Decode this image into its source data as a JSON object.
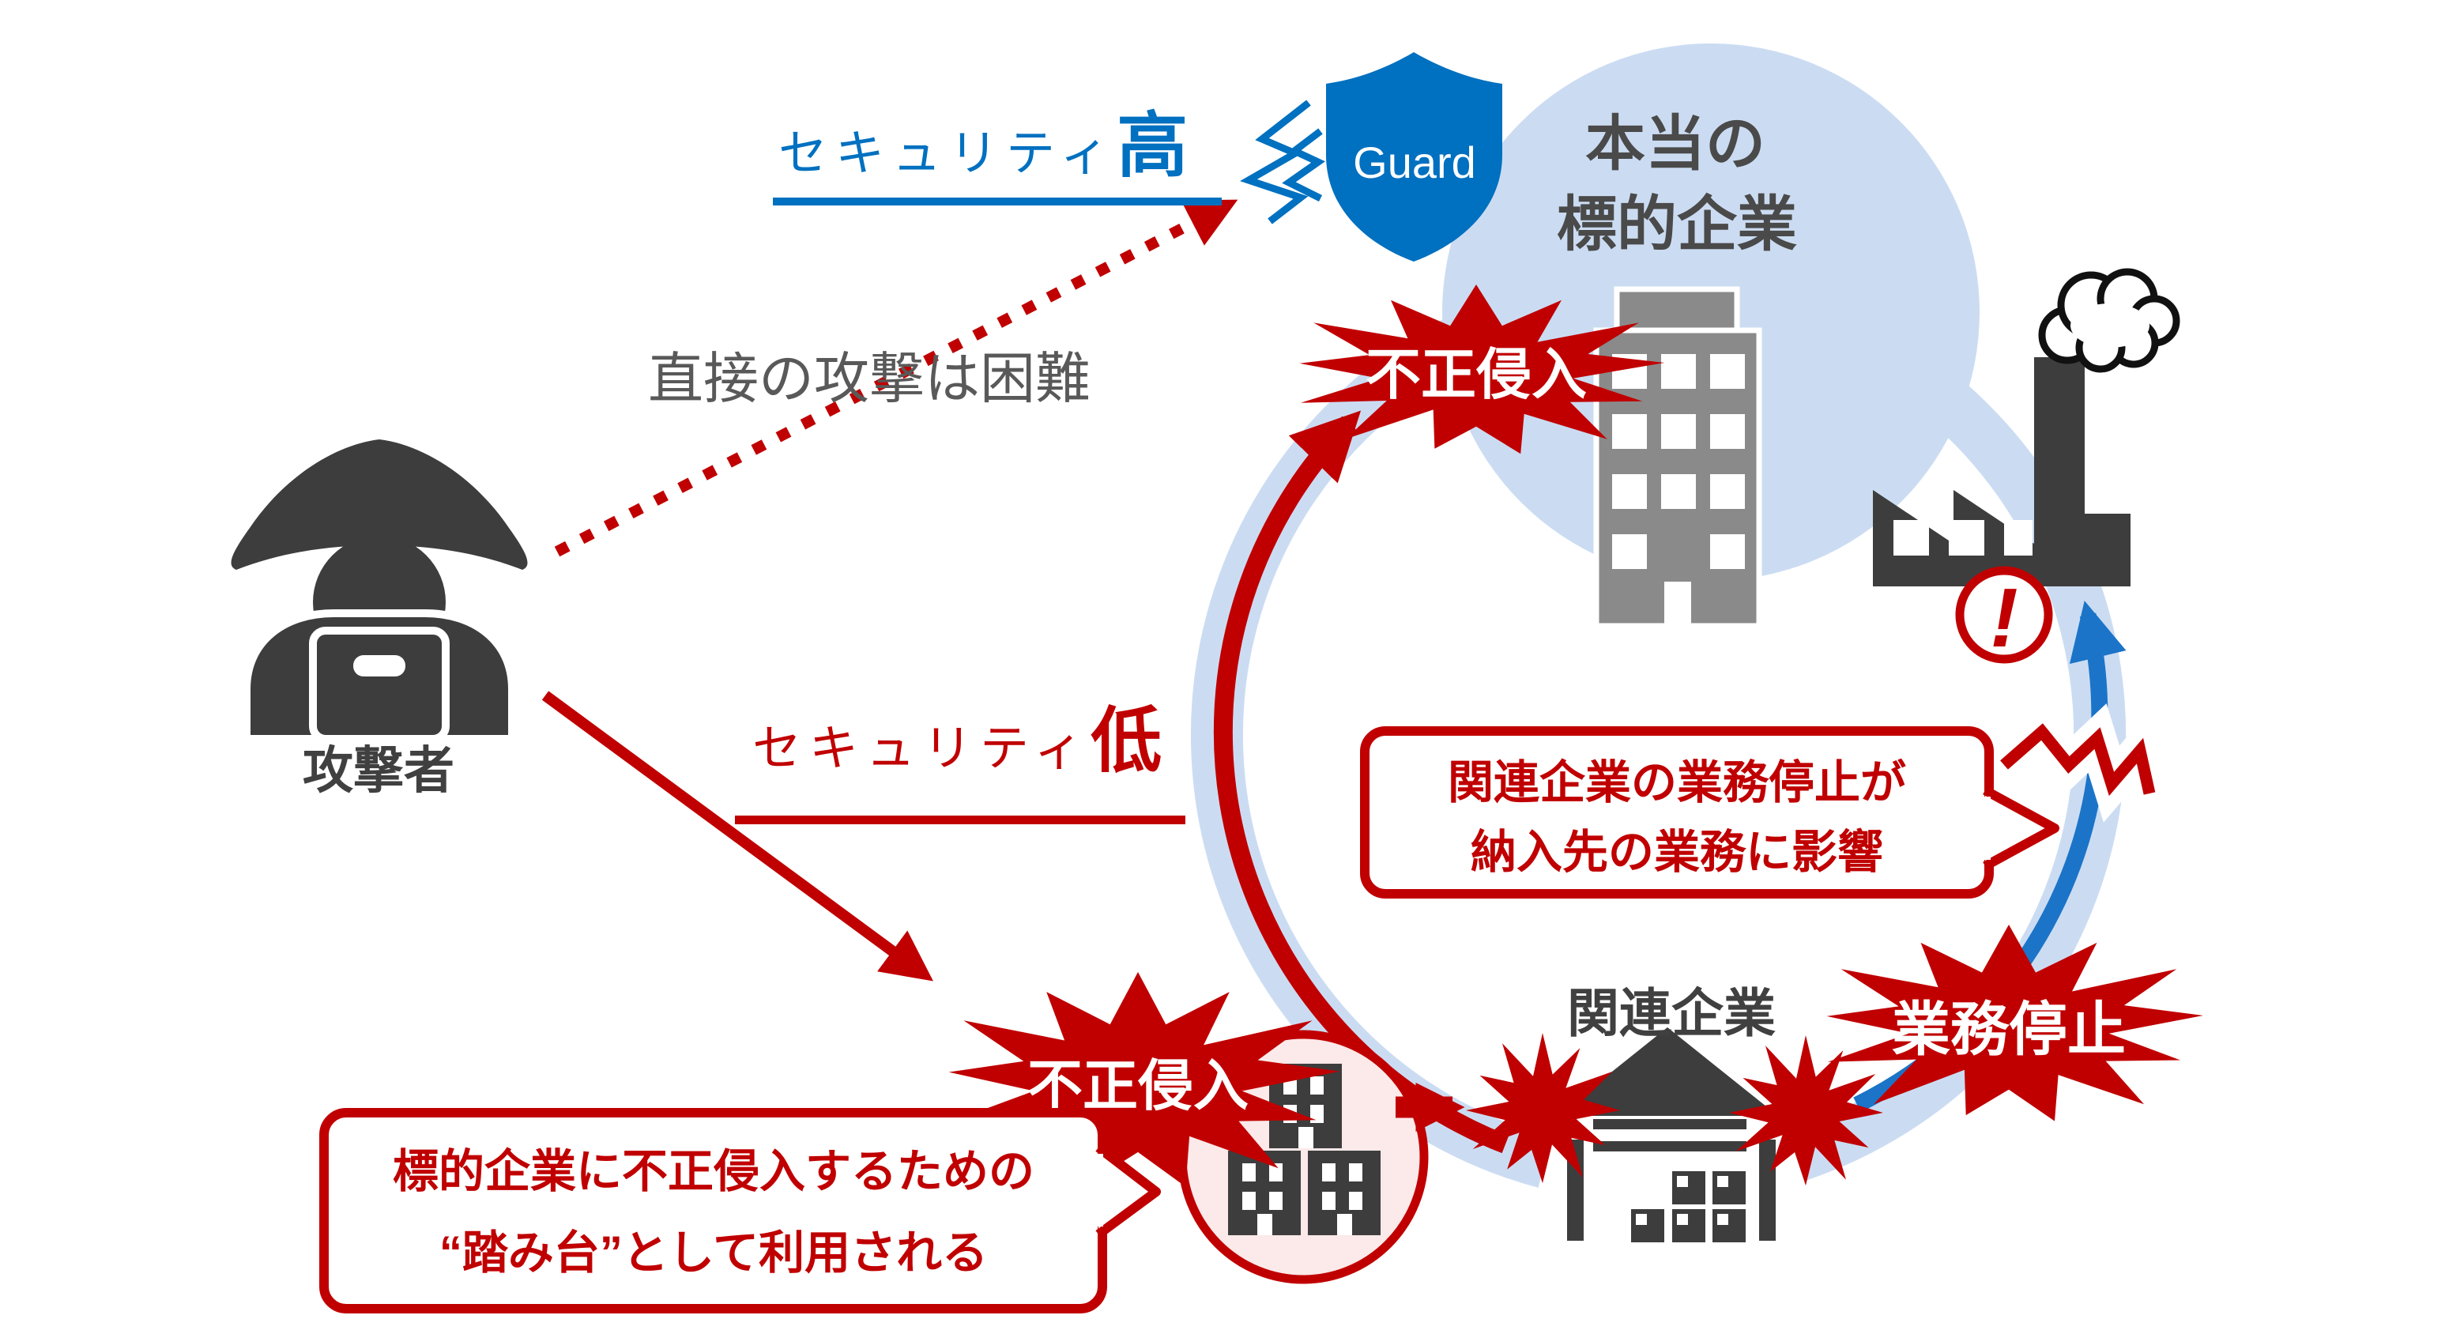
{
  "labels": {
    "attacker": "攻撃者",
    "security_high_prefix": "セキュリティ",
    "security_high_em": "高",
    "security_low_prefix": "セキュリティ",
    "security_low_em": "低",
    "direct_attack_difficult": "直接の攻撃は困難",
    "guard": "Guard",
    "real_target_line1": "本当の",
    "real_target_line2": "標的企業",
    "intrusion_top": "不正侵入",
    "intrusion_bottom": "不正侵入",
    "related_company": "関連企業",
    "business_suspension": "業務停止",
    "exclamation": "!"
  },
  "bubbles": {
    "stepping_stone": {
      "line1": "標的企業に不正侵入するための",
      "line2": "“踏み台”として利用される"
    },
    "impact": {
      "line1": "関連企業の業務停止が",
      "line2": "納入先の業務に影響"
    }
  },
  "colors": {
    "red": "#c00000",
    "blue": "#0070c0",
    "supply_blue": "#1b74c8",
    "light_blue": "#cbdcf2",
    "pink": "#fce9e9",
    "dark_gray": "#3d3d3d",
    "building_gray": "#8a8a8a",
    "heading_gray": "#4a4a4a",
    "text_gray": "#595959",
    "white": "#ffffff"
  }
}
